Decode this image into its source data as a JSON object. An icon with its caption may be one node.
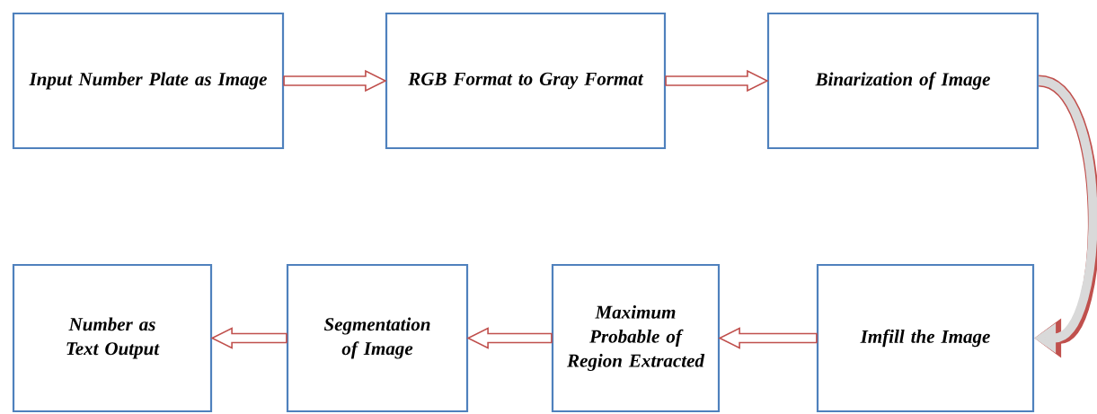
{
  "diagram": {
    "nodes": [
      {
        "text": [
          "Input Number Plate as Image"
        ]
      },
      {
        "text": [
          "RGB Format to Gray Format"
        ]
      },
      {
        "text": [
          "Binarization of Image"
        ]
      },
      {
        "text": [
          "Number as Text Output"
        ]
      },
      {
        "text": [
          "Segmentation of Image"
        ]
      },
      {
        "text": [
          "Maximum Probable of Region Extracted"
        ]
      },
      {
        "text": [
          "Imfill the Image"
        ]
      }
    ],
    "edges": [
      {
        "from": 0,
        "to": 1,
        "arrow": "to"
      },
      {
        "from": 1,
        "to": 2,
        "arrow": "to"
      },
      {
        "from": 2,
        "to": 6,
        "arrow": "to"
      },
      {
        "from": 6,
        "to": 5,
        "arrow": "to"
      },
      {
        "from": 5,
        "to": 4,
        "arrow": "to"
      },
      {
        "from": 4,
        "to": 3,
        "arrow": "to"
      }
    ]
  }
}
